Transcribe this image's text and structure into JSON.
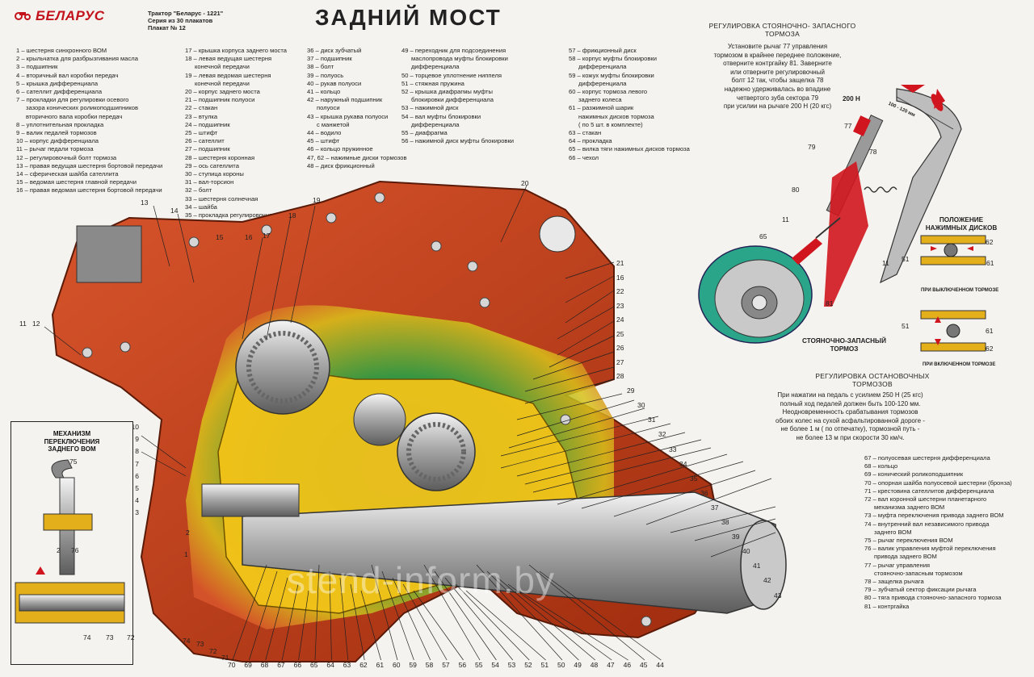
{
  "header": {
    "brand": "БЕЛАРУС",
    "tractor_lines": [
      "Трактор \"Беларус - 1221\"",
      "Серия из 30 плакатов",
      "Плакат № 12"
    ],
    "title": "ЗАДНИЙ МОСТ"
  },
  "legend_col1": [
    "1 – шестерня синхронного ВОМ",
    "2 – крыльчатка для разбрызгивания масла",
    "3 – подшипник",
    "4 – вторичный вал коробки передач",
    "5 – крышка дифференциала",
    "6 – сателлит дифференциала",
    "7 – прокладки для регулировки осевого",
    "зазора конических роликоподшипников",
    "вторичного вала коробки передач",
    "8 – уплотнительная прокладка",
    "9 – валик педалей тормозов",
    "10 – корпус дифференциала",
    "11 – рычаг педали тормоза",
    "12 – регулировочный болт тормоза",
    "13 – правая ведущая шестерня бортовой передачи",
    "14 – сферическая шайба сателлита",
    "15 – ведомая шестерня главной передачи",
    "16 – правая ведомая шестерня бортовой передачи"
  ],
  "legend_col2": [
    "17 – крышка корпуса заднего моста",
    "18 – левая ведущая шестерня",
    "конечной передачи",
    "19 – левая ведомая шестерня",
    "конечной передачи",
    "20 – корпус заднего моста",
    "21 – подшипник полуоси",
    "22 – стакан",
    "23 – втулка",
    "24 – подшипник",
    "25 – штифт",
    "26 – сателлит",
    "27 – подшипник",
    "28 – шестерня коронная",
    "29 – ось сателлита",
    "30 – ступица короны",
    "31 – вал-торсион",
    "32 – болт",
    "33 – шестерня солнечная",
    "34 – шайба",
    "35 – прокладка регулировочная"
  ],
  "legend_col3": [
    "36 – диск зубчатый",
    "37 – подшипник",
    "38 – болт",
    "39 – полуось",
    "40 – рукав полуоси",
    "41 – кольцо",
    "42 – наружный подшипник",
    "полуоси",
    "43 – крышка рукава полуоси",
    "с манжетой",
    "44 – водило",
    "45 – штифт",
    "46 – кольцо пружинное",
    "47, 62 – нажимные диски тормозов",
    "48 – диск фрикционный"
  ],
  "legend_col4": [
    "49 – переходник для подсоединения",
    "маслопровода муфты блокировки",
    "дифференциала",
    "50 – торцевое уплотнение ниппеля",
    "51 – стяжная пружина",
    "52 – крышка диафрагмы муфты",
    "блокировки дифференциала",
    "53 – нажимной диск",
    "54 – вал муфты блокировки",
    "дифференциала",
    "55 – диафрагма",
    "56 – нажимной диск муфты блокировки"
  ],
  "legend_col5": [
    "57 – фрикционный диск",
    "58 – корпус муфты блокировки",
    "дифференциала",
    "59 – кожух муфты блокировки",
    "дифференциала",
    "60 – корпус тормоза левого",
    "заднего колеса",
    "61 – разжимной шарик",
    "нажимных дисков тормоза",
    "( по 5 шт. в комплекте)",
    "63 – стакан",
    "64 – прокладка",
    "65 – вилка тяги нажимных дисков тормоза",
    "66 – чехол"
  ],
  "legend_col6": [
    "67 – полуосевая шестерня дифференциала",
    "68 – кольцо",
    "69 – конический роликоподшипник",
    "70 – опорная шайба полуосевой шестерни (бронза)",
    "71 – крестовина сателлитов дифференциала",
    "72 – вал коронной шестерни планетарного",
    "механизма заднего ВОМ",
    "73 – муфта переключения привода заднего ВОМ",
    "74 – внутренний вал независимого привода",
    "заднего ВОМ",
    "75 – рычаг переключения ВОМ",
    "76 – валик управления муфтой переключения",
    "привода заднего ВОМ",
    "77 – рычаг управления",
    "стояночно-запасным тормозом",
    "78 – защелка рычага",
    "79 – зубчатый сектор фиксации рычага",
    "80 – тяга привода стояночно-запасного тормоза",
    "81 – контргайка"
  ],
  "parking_brake": {
    "heading1": "РЕГУЛИРОВКА СТОЯНОЧНО- ЗАПАСНОГО",
    "heading2": "ТОРМОЗА",
    "text": [
      "Установите рычаг 77 управления",
      "тормозом в крайнее переднее положение,",
      "отверните контргайку 81. Заверните",
      "или отверните регулировочный",
      "болт 12 так, чтобы защелка 78",
      "надежно удерживалась во впадине",
      "четвертого зуба  сектора 79",
      "при усилии на рычаге 200 Н (20 кгс)"
    ],
    "force_label": "200 Н",
    "travel_label": "100 - 120 мм",
    "brake_label1": "СТОЯНОЧНО-ЗАПАСНЫЙ",
    "brake_label2": "ТОРМОЗ"
  },
  "discs": {
    "title1": "ПОЛОЖЕНИЕ",
    "title2": "НАЖИМНЫХ ДИСКОВ",
    "off_caption": "ПРИ ВЫКЛЮЧЕННОМ ТОРМОЗЕ",
    "on_caption": "ПРИ ВКЛЮЧЕННОМ ТОРМОЗЕ"
  },
  "service_brake": {
    "heading1": "РЕГУЛИРОВКА ОСТАНОВОЧНЫХ",
    "heading2": "ТОРМОЗОВ",
    "text": [
      "При нажатии на педаль с усилием 250 Н (25 кгс)",
      "полный ход педалей должен быть 100-120 мм.",
      "Неодновременность срабатывания тормозов",
      "обоих колес на сухой асфальтированной дороге -",
      "не более 1 м ( по отпечатку), тормозной путь -",
      "не более 13 м при скорости 30 км/ч."
    ]
  },
  "inset": {
    "title": [
      "МЕХАНИЗМ",
      "ПЕРЕКЛЮЧЕНИЯ",
      "ЗАДНЕГО ВОМ"
    ]
  },
  "watermark": "stend-inform.by",
  "callouts_right": [
    "21",
    "16",
    "22",
    "23",
    "24",
    "25",
    "26",
    "27",
    "28",
    "29",
    "30",
    "31",
    "32",
    "33",
    "34",
    "35",
    "36",
    "37",
    "38",
    "39",
    "40",
    "41",
    "42",
    "43"
  ],
  "callouts_bottom": [
    "70",
    "69",
    "68",
    "67",
    "66",
    "65",
    "64",
    "63",
    "62",
    "61",
    "60",
    "59",
    "58",
    "57",
    "56",
    "55",
    "54",
    "53",
    "52",
    "51",
    "50",
    "49",
    "48",
    "47",
    "46",
    "45",
    "44"
  ],
  "callouts_left": [
    "10",
    "9",
    "8",
    "7",
    "6",
    "5",
    "4",
    "3"
  ],
  "callouts_top": [
    "13",
    "14",
    "15",
    "16",
    "17",
    "18",
    "19",
    "20"
  ],
  "callouts_misc": [
    "11",
    "12",
    "2",
    "1",
    "73",
    "72",
    "71",
    "74",
    "75",
    "76",
    "77",
    "78",
    "79",
    "80",
    "81",
    "65",
    "11",
    "12",
    "51",
    "61",
    "62"
  ]
}
